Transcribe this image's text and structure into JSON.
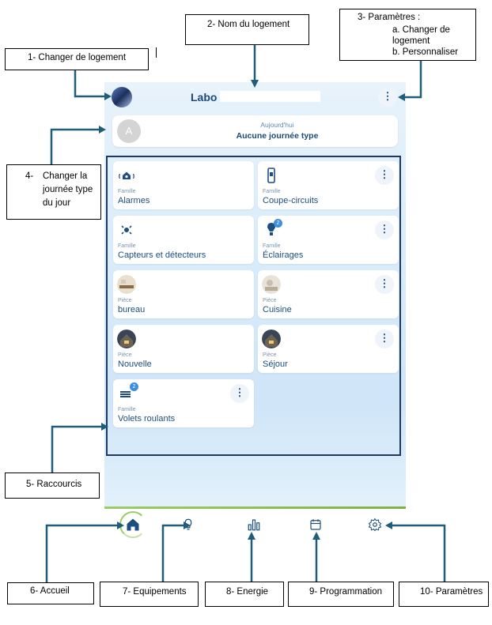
{
  "callouts": {
    "c1": "1-   Changer de logement",
    "c2": "2-   Nom du logement",
    "c3_title": "3-   Paramètres :",
    "c3_a": "a.    Changer de logement",
    "c3_b": "b.    Personnaliser",
    "c4_num": "4-",
    "c4_text": "Changer la journée type du jour",
    "c5": "5-   Raccourcis",
    "c6": "6-   Accueil",
    "c7": "7-   Equipements",
    "c8": "8-   Energie",
    "c9": "9-   Programmation",
    "c10": "10- Paramètres"
  },
  "header": {
    "home_name": "Labo",
    "more_label": "⋮"
  },
  "day_type": {
    "avatar_letter": "A",
    "label": "Aujourd'hui",
    "value": "Aucune journée type"
  },
  "tiles": [
    {
      "type": "Famille",
      "name": "Alarmes",
      "icon": "alarm-home-icon",
      "menu": false
    },
    {
      "type": "Famille",
      "name": "Coupe-circuits",
      "icon": "circuit-breaker-icon",
      "menu": true
    },
    {
      "type": "Famille",
      "name": "Capteurs et détecteurs",
      "icon": "sensor-icon",
      "menu": false
    },
    {
      "type": "Famille",
      "name": "Éclairages",
      "icon": "bulb-icon",
      "menu": true,
      "badge": "2"
    },
    {
      "type": "Pièce",
      "name": "bureau",
      "icon": "room-photo",
      "menu": false
    },
    {
      "type": "Pièce",
      "name": "Cuisine",
      "icon": "room-photo",
      "menu": true
    },
    {
      "type": "Pièce",
      "name": "Nouvelle",
      "icon": "room-photo",
      "menu": false
    },
    {
      "type": "Pièce",
      "name": "Séjour",
      "icon": "room-photo",
      "menu": true
    },
    {
      "type": "Famille",
      "name": "Volets roulants",
      "icon": "shutter-icon",
      "menu": true,
      "badge": "2"
    }
  ],
  "nav": [
    "home-icon",
    "bulb-icon",
    "energy-bars-icon",
    "calendar-icon",
    "gear-icon"
  ],
  "colors": {
    "accent": "#1d4e80",
    "callout_line": "#1f5d78",
    "badge": "#3b8fe0",
    "nav_ring": "#9ccc65"
  }
}
